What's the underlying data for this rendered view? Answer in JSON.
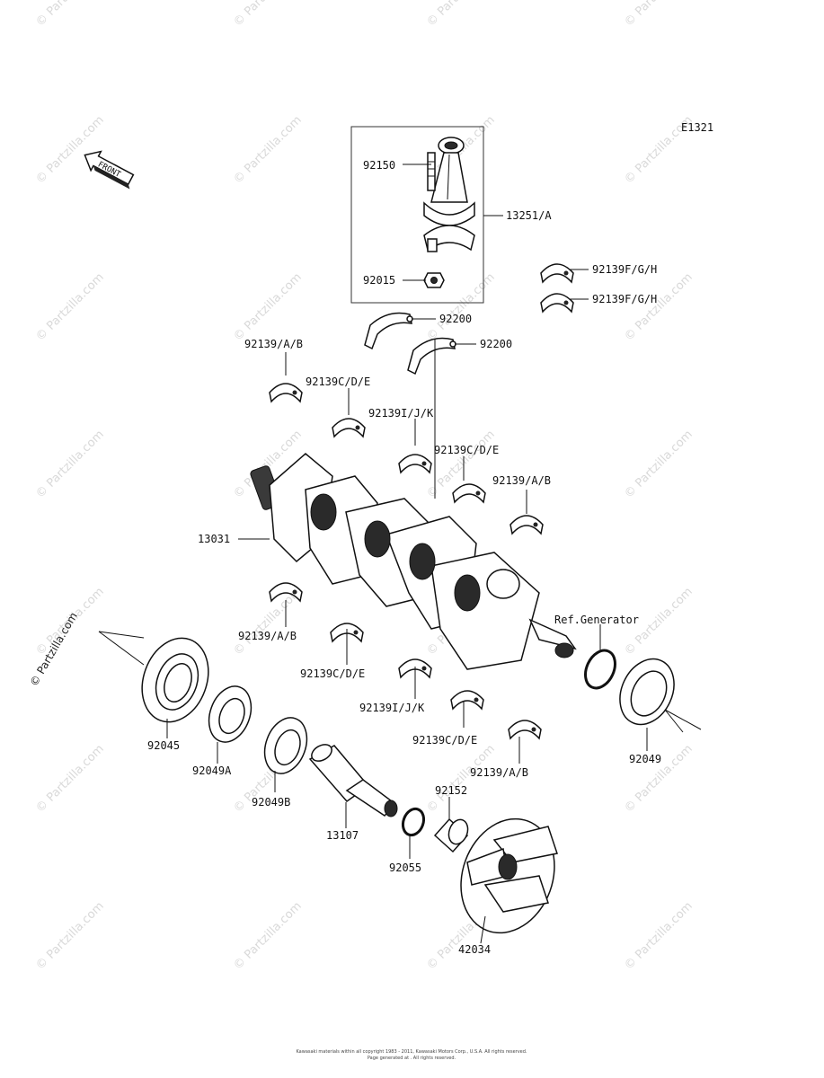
{
  "diagram_code": "E1321",
  "front_label": "FRONT",
  "watermark": "© Partzilla.com",
  "callouts": {
    "c92150": "92150",
    "c13251": "13251/A",
    "c92015": "92015",
    "c92139fgh_1": "92139F/G/H",
    "c92139fgh_2": "92139F/G/H",
    "c92200_1": "92200",
    "c92200_2": "92200",
    "c92139ab_top": "92139/A/B",
    "c92139cde_1": "92139C/D/E",
    "c92139ijk_1": "92139I/J/K",
    "c92139cde_2": "92139C/D/E",
    "c92139ab_right": "92139/A/B",
    "c13031": "13031",
    "c92139ab_left": "92139/A/B",
    "c92139cde_3": "92139C/D/E",
    "c92139ijk_2": "92139I/J/K",
    "c92139cde_4": "92139C/D/E",
    "c92139ab_bottom": "92139/A/B",
    "c_ref_generator": "Ref.Generator",
    "c92045": "92045",
    "c92049a": "92049A",
    "c92049b": "92049B",
    "c92049": "92049",
    "c13107": "13107",
    "c92152": "92152",
    "c92055": "92055",
    "c42034": "42034"
  },
  "footer": {
    "line1": "Kawasaki materials within all copyright 1983 - 2011, Kawasaki Motors Corp., U.S.A. All rights reserved.",
    "line2": "Page generated at . All rights reserved."
  }
}
